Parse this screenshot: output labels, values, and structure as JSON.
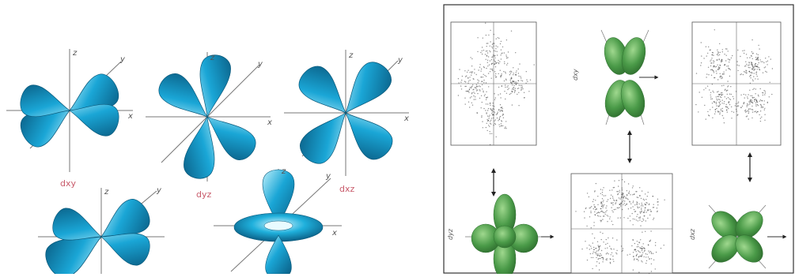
{
  "colors": {
    "orbital_fill": "#1aa6d6",
    "orbital_dark": "#0a6f98",
    "orbital_light": "#a9e6f7",
    "green_fill": "#4a9a48",
    "green_dark": "#2f6f2f",
    "axis": "#777777",
    "label": "#c85a6a"
  },
  "left": {
    "orbitals": [
      {
        "label": "dxy",
        "axes": {
          "z": "z",
          "y": "y",
          "x": "x"
        }
      },
      {
        "label": "dyz",
        "axes": {
          "z": "z",
          "y": "y",
          "x": "x"
        }
      },
      {
        "label": "dxz",
        "axes": {
          "z": "z",
          "y": "y",
          "x": "x"
        }
      },
      {
        "label": "",
        "axes": {
          "z": "z",
          "y": "y",
          "x": ""
        }
      },
      {
        "label": "",
        "axes": {
          "z": "z",
          "y": "y",
          "x": "x"
        }
      }
    ]
  },
  "right": {
    "labels": {
      "green_1": "dxy",
      "green_2": "dyz",
      "green_3": "dxz"
    },
    "icons": [
      "scatter-plot-icon",
      "green-orbital-icon",
      "double-arrow-icon"
    ]
  }
}
